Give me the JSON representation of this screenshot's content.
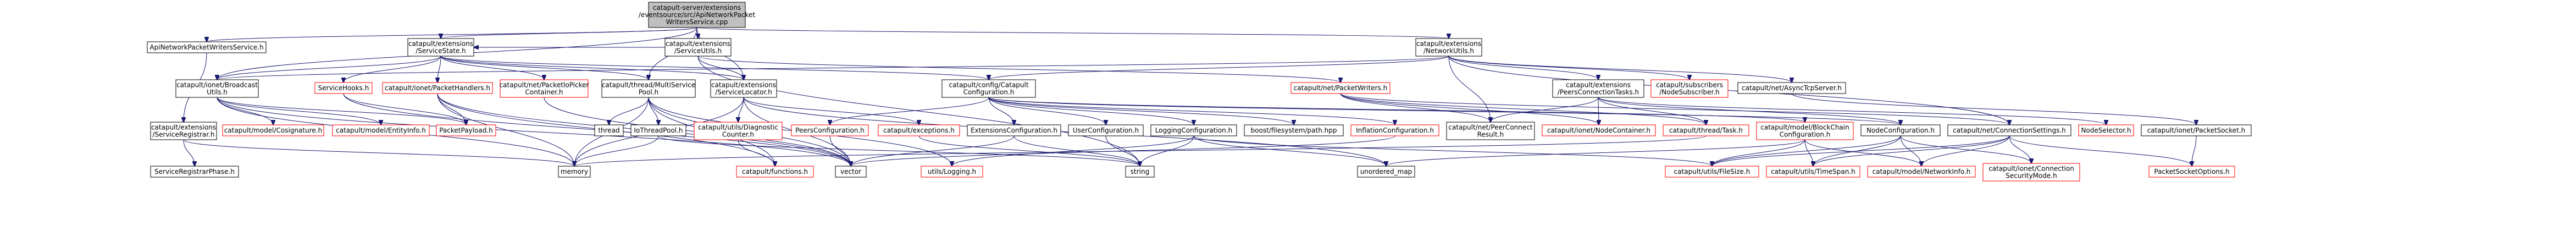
{
  "graph": {
    "title": "Include dependency graph",
    "colors": {
      "root_fill": "#bfbfbf",
      "node_fill": "#ffffff",
      "node_border": "#000000",
      "missing_border": "#ff0000",
      "edge": "#191970"
    },
    "nodes": [
      {
        "id": "root",
        "kind": "root",
        "lines": [
          "catapult-server/extensions",
          "/eventsource/src/ApiNetworkPacket",
          "WritersService.cpp"
        ]
      },
      {
        "id": "apiwriters",
        "kind": "normal",
        "lines": [
          "ApiNetworkPacketWritersService.h"
        ]
      },
      {
        "id": "servicestate",
        "kind": "normal",
        "lines": [
          "catapult/extensions",
          "/ServiceState.h"
        ]
      },
      {
        "id": "serviceutils",
        "kind": "normal",
        "lines": [
          "catapult/extensions",
          "/ServiceUtils.h"
        ]
      },
      {
        "id": "networkutils",
        "kind": "normal",
        "lines": [
          "catapult/extensions",
          "/NetworkUtils.h"
        ]
      },
      {
        "id": "broadcastutils",
        "kind": "normal",
        "lines": [
          "catapult/ionet/Broadcast",
          "Utils.h"
        ]
      },
      {
        "id": "servicehooks",
        "kind": "missing",
        "lines": [
          "ServiceHooks.h"
        ]
      },
      {
        "id": "packethandlers",
        "kind": "missing",
        "lines": [
          "catapult/ionet/PacketHandlers.h"
        ]
      },
      {
        "id": "pickercontainer",
        "kind": "missing",
        "lines": [
          "catapult/net/PacketIoPicker",
          "Container.h"
        ]
      },
      {
        "id": "multiservicepool",
        "kind": "normal",
        "lines": [
          "catapult/thread/MultiService",
          "Pool.h"
        ]
      },
      {
        "id": "servicelocator",
        "kind": "normal",
        "lines": [
          "catapult/extensions",
          "/ServiceLocator.h"
        ]
      },
      {
        "id": "catapultconfig",
        "kind": "normal",
        "lines": [
          "catapult/config/Catapult",
          "Configuration.h"
        ]
      },
      {
        "id": "packetwriters",
        "kind": "missing",
        "lines": [
          "catapult/net/PacketWriters.h"
        ]
      },
      {
        "id": "peerconntasks",
        "kind": "normal",
        "lines": [
          "catapult/extensions",
          "/PeersConnectionTasks.h"
        ]
      },
      {
        "id": "subscribers",
        "kind": "missing",
        "lines": [
          "catapult/subscribers",
          "/NodeSubscriber.h"
        ]
      },
      {
        "id": "asynctcp",
        "kind": "normal",
        "lines": [
          "catapult/net/AsyncTcpServer.h"
        ]
      },
      {
        "id": "serviceregistrar",
        "kind": "normal",
        "lines": [
          "catapult/extensions",
          "/ServiceRegistrar.h"
        ]
      },
      {
        "id": "cosignature",
        "kind": "missing",
        "lines": [
          "catapult/model/Cosignature.h"
        ]
      },
      {
        "id": "entityinfo",
        "kind": "missing",
        "lines": [
          "catapult/model/EntityInfo.h"
        ]
      },
      {
        "id": "packetpayload",
        "kind": "missing",
        "lines": [
          "PacketPayload.h"
        ]
      },
      {
        "id": "thread",
        "kind": "normal",
        "lines": [
          "thread"
        ]
      },
      {
        "id": "iothreadpool",
        "kind": "normal",
        "lines": [
          "IoThreadPool.h"
        ]
      },
      {
        "id": "diagcounter",
        "kind": "missing",
        "lines": [
          "catapult/utils/Diagnostic",
          "Counter.h"
        ]
      },
      {
        "id": "peersconfig",
        "kind": "missing",
        "lines": [
          "PeersConfiguration.h"
        ]
      },
      {
        "id": "exceptions",
        "kind": "missing",
        "lines": [
          "catapult/exceptions.h"
        ]
      },
      {
        "id": "extconfig",
        "kind": "normal",
        "lines": [
          "ExtensionsConfiguration.h"
        ]
      },
      {
        "id": "userconfig",
        "kind": "normal",
        "lines": [
          "UserConfiguration.h"
        ]
      },
      {
        "id": "loggingconfig",
        "kind": "normal",
        "lines": [
          "LoggingConfiguration.h"
        ]
      },
      {
        "id": "boostpath",
        "kind": "normal",
        "lines": [
          "boost/filesystem/path.hpp"
        ]
      },
      {
        "id": "inflationconfig",
        "kind": "missing",
        "lines": [
          "InflationConfiguration.h"
        ]
      },
      {
        "id": "peerconnectresult",
        "kind": "normal",
        "lines": [
          "catapult/net/PeerConnect",
          "Result.h"
        ]
      },
      {
        "id": "nodecontainer",
        "kind": "missing",
        "lines": [
          "catapult/ionet/NodeContainer.h"
        ]
      },
      {
        "id": "futurehandle",
        "kind": "missing",
        "lines": [
          "catapult/thread/Task.h"
        ]
      },
      {
        "id": "blockchainconfig",
        "kind": "missing",
        "lines": [
          "catapult/model/BlockChain",
          "Configuration.h"
        ]
      },
      {
        "id": "nodeconfig",
        "kind": "normal",
        "lines": [
          "NodeConfiguration.h"
        ]
      },
      {
        "id": "connsettings",
        "kind": "normal",
        "lines": [
          "catapult/net/ConnectionSettings.h"
        ]
      },
      {
        "id": "nodeselector",
        "kind": "missing",
        "lines": [
          "NodeSelector.h"
        ]
      },
      {
        "id": "packetsocket",
        "kind": "normal",
        "lines": [
          "catapult/ionet/PacketSocket.h"
        ]
      },
      {
        "id": "registrarphase",
        "kind": "normal",
        "lines": [
          "ServiceRegistrarPhase.h"
        ]
      },
      {
        "id": "memory",
        "kind": "normal",
        "lines": [
          "memory"
        ]
      },
      {
        "id": "functions",
        "kind": "missing",
        "lines": [
          "catapult/functions.h"
        ]
      },
      {
        "id": "vector",
        "kind": "normal",
        "lines": [
          "vector"
        ]
      },
      {
        "id": "logging",
        "kind": "missing",
        "lines": [
          "utils/Logging.h"
        ]
      },
      {
        "id": "string",
        "kind": "normal",
        "lines": [
          "string"
        ]
      },
      {
        "id": "unordered_map",
        "kind": "normal",
        "lines": [
          "unordered_map"
        ]
      },
      {
        "id": "filesize",
        "kind": "missing",
        "lines": [
          "catapult/utils/FileSize.h"
        ]
      },
      {
        "id": "timespan",
        "kind": "missing",
        "lines": [
          "catapult/utils/TimeSpan.h"
        ]
      },
      {
        "id": "networkinfo",
        "kind": "missing",
        "lines": [
          "catapult/model/NetworkInfo.h"
        ]
      },
      {
        "id": "securitymode",
        "kind": "missing",
        "lines": [
          "catapult/ionet/Connection",
          "SecurityMode.h"
        ]
      },
      {
        "id": "socketoptions",
        "kind": "missing",
        "lines": [
          "PacketSocketOptions.h"
        ]
      }
    ],
    "edges": [
      [
        "root",
        "apiwriters"
      ],
      [
        "root",
        "servicestate"
      ],
      [
        "root",
        "serviceutils"
      ],
      [
        "root",
        "networkutils"
      ],
      [
        "root",
        "multiservicepool"
      ],
      [
        "root",
        "servicelocator"
      ],
      [
        "root",
        "broadcastutils"
      ],
      [
        "apiwriters",
        "serviceregistrar"
      ],
      [
        "serviceregistrar",
        "registrarphase"
      ],
      [
        "serviceregistrar",
        "memory"
      ],
      [
        "servicestate",
        "servicehooks"
      ],
      [
        "servicestate",
        "packethandlers"
      ],
      [
        "servicestate",
        "pickercontainer"
      ],
      [
        "servicestate",
        "multiservicepool"
      ],
      [
        "servicestate",
        "servicelocator"
      ],
      [
        "servicestate",
        "catapultconfig"
      ],
      [
        "servicestate",
        "broadcastutils"
      ],
      [
        "serviceutils",
        "servicestate"
      ],
      [
        "serviceutils",
        "servicelocator"
      ],
      [
        "serviceutils",
        "string"
      ],
      [
        "serviceutils",
        "packetwriters"
      ],
      [
        "networkutils",
        "broadcastutils"
      ],
      [
        "networkutils",
        "catapultconfig"
      ],
      [
        "networkutils",
        "peerconntasks"
      ],
      [
        "networkutils",
        "subscribers"
      ],
      [
        "networkutils",
        "asynctcp"
      ],
      [
        "networkutils",
        "peerconnectresult"
      ],
      [
        "networkutils",
        "connsettings"
      ],
      [
        "broadcastutils",
        "cosignature"
      ],
      [
        "broadcastutils",
        "entityinfo"
      ],
      [
        "broadcastutils",
        "packetpayload"
      ],
      [
        "broadcastutils",
        "vector"
      ],
      [
        "broadcastutils",
        "memory"
      ],
      [
        "servicehooks",
        "packetpayload"
      ],
      [
        "servicehooks",
        "vector"
      ],
      [
        "packethandlers",
        "packetpayload"
      ],
      [
        "packethandlers",
        "functions"
      ],
      [
        "packethandlers",
        "vector"
      ],
      [
        "packethandlers",
        "memory"
      ],
      [
        "pickercontainer",
        "vector"
      ],
      [
        "multiservicepool",
        "thread"
      ],
      [
        "multiservicepool",
        "iothreadpool"
      ],
      [
        "multiservicepool",
        "memory"
      ],
      [
        "multiservicepool",
        "vector"
      ],
      [
        "multiservicepool",
        "logging"
      ],
      [
        "multiservicepool",
        "functions"
      ],
      [
        "iothreadpool",
        "memory"
      ],
      [
        "iothreadpool",
        "string"
      ],
      [
        "servicelocator",
        "diagcounter"
      ],
      [
        "servicelocator",
        "exceptions"
      ],
      [
        "servicelocator",
        "vector"
      ],
      [
        "servicelocator",
        "memory"
      ],
      [
        "servicelocator",
        "unordered_map"
      ],
      [
        "diagcounter",
        "functions"
      ],
      [
        "catapultconfig",
        "peersconfig"
      ],
      [
        "catapultconfig",
        "extconfig"
      ],
      [
        "catapultconfig",
        "userconfig"
      ],
      [
        "catapultconfig",
        "loggingconfig"
      ],
      [
        "catapultconfig",
        "boostpath"
      ],
      [
        "catapultconfig",
        "inflationconfig"
      ],
      [
        "catapultconfig",
        "blockchainconfig"
      ],
      [
        "catapultconfig",
        "nodeconfig"
      ],
      [
        "peersconfig",
        "vector"
      ],
      [
        "exceptions",
        "string"
      ],
      [
        "extconfig",
        "vector"
      ],
      [
        "extconfig",
        "string"
      ],
      [
        "userconfig",
        "string"
      ],
      [
        "loggingconfig",
        "logging"
      ],
      [
        "loggingconfig",
        "string"
      ],
      [
        "loggingconfig",
        "unordered_map"
      ],
      [
        "loggingconfig",
        "filesize"
      ],
      [
        "inflationconfig",
        "vector"
      ],
      [
        "packetwriters",
        "futurehandle"
      ],
      [
        "packetwriters",
        "peerconnectresult"
      ],
      [
        "packetwriters",
        "connsettings"
      ],
      [
        "packetwriters",
        "nodecontainer"
      ],
      [
        "peerconntasks",
        "peerconnectresult"
      ],
      [
        "peerconntasks",
        "nodecontainer"
      ],
      [
        "peerconntasks",
        "futurehandle"
      ],
      [
        "peerconntasks",
        "nodeselector"
      ],
      [
        "peerconntasks",
        "nodeconfig"
      ],
      [
        "asynctcp",
        "packetsocket"
      ],
      [
        "blockchainconfig",
        "networkinfo"
      ],
      [
        "blockchainconfig",
        "timespan"
      ],
      [
        "blockchainconfig",
        "filesize"
      ],
      [
        "blockchainconfig",
        "unordered_map"
      ],
      [
        "nodeconfig",
        "timespan"
      ],
      [
        "nodeconfig",
        "filesize"
      ],
      [
        "nodeconfig",
        "securitymode"
      ],
      [
        "nodeconfig",
        "networkinfo"
      ],
      [
        "connsettings",
        "timespan"
      ],
      [
        "connsettings",
        "filesize"
      ],
      [
        "connsettings",
        "securitymode"
      ],
      [
        "connsettings",
        "networkinfo"
      ],
      [
        "connsettings",
        "socketoptions"
      ],
      [
        "packetsocket",
        "socketoptions"
      ],
      [
        "futurehandle",
        "memory"
      ]
    ]
  }
}
